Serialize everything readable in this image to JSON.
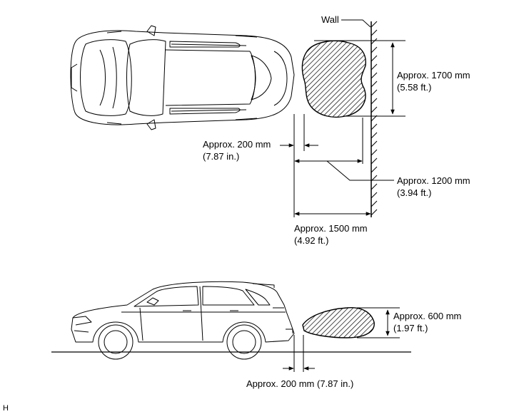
{
  "labels": {
    "wall": "Wall",
    "top_width_mm": "Approx. 1700 mm",
    "top_width_ft": "(5.58 ft.)",
    "gap_left_mm": "Approx. 200 mm",
    "gap_left_in": "(7.87 in.)",
    "dist_1200_mm": "Approx. 1200 mm",
    "dist_1200_ft": "(3.94 ft.)",
    "dist_1500_mm": "Approx. 1500 mm",
    "dist_1500_ft": "(4.92 ft.)",
    "height_600_mm": "Approx. 600 mm",
    "height_600_ft": "(1.97 ft.)",
    "gap_bottom": "Approx. 200 mm (7.87 in.)",
    "corner_code": "H"
  },
  "colors": {
    "line": "#000000",
    "background": "#ffffff"
  }
}
